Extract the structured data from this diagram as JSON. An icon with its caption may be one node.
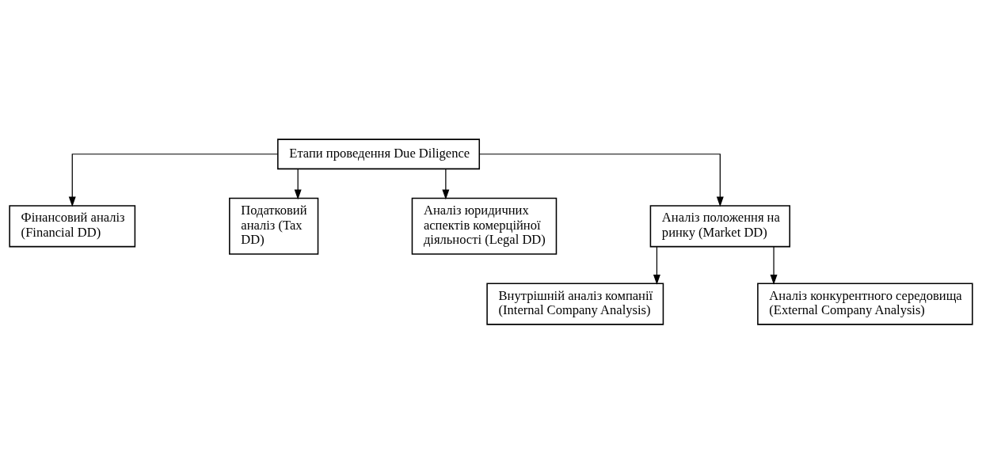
{
  "diagram": {
    "nodes": [
      {
        "text": [
          "Етапи проведення Due Diligence"
        ]
      },
      {
        "text": [
          "Фінансовий аналіз (Financial DD)"
        ]
      },
      {
        "text": [
          "Податковий аналіз (Tax DD)"
        ]
      },
      {
        "text": [
          "Аналіз юридичних аспектів комерційної діяльності (Legal DD)"
        ]
      },
      {
        "text": [
          "Аналіз положення на ринку (Market DD)"
        ]
      },
      {
        "text": [
          "Внутрішній аналіз компанії (Internal Company Analysis)"
        ]
      },
      {
        "text": [
          "Аналіз конкурентного середовища (External Company Analysis)"
        ]
      }
    ],
    "edges": [
      {
        "from": 0,
        "to": 1,
        "arrow": "to"
      },
      {
        "from": 0,
        "to": 2,
        "arrow": "to"
      },
      {
        "from": 0,
        "to": 3,
        "arrow": "to"
      },
      {
        "from": 0,
        "to": 4,
        "arrow": "to"
      },
      {
        "from": 4,
        "to": 5,
        "arrow": "to"
      },
      {
        "from": 4,
        "to": 6,
        "arrow": "to"
      }
    ]
  }
}
